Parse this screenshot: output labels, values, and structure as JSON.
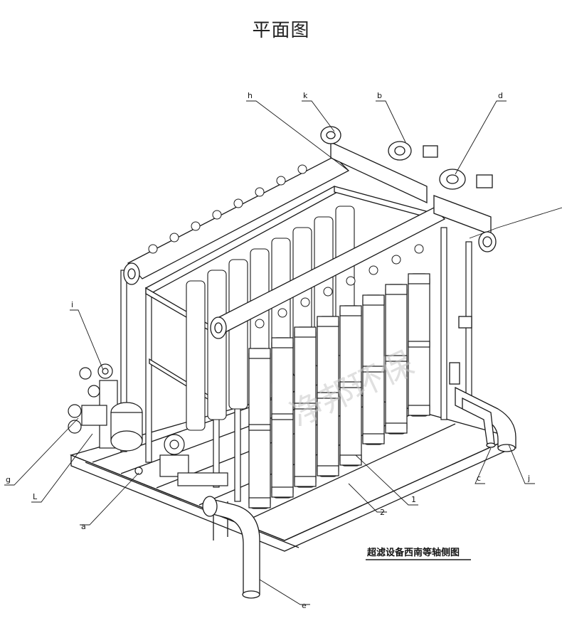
{
  "title": "平面图",
  "caption": "超滤设备西南等轴侧图",
  "watermark": "净邦环保",
  "callouts": [
    {
      "id": "h1",
      "text": "h"
    },
    {
      "id": "k",
      "text": "k"
    },
    {
      "id": "b",
      "text": "b"
    },
    {
      "id": "d",
      "text": "d"
    },
    {
      "id": "i",
      "text": "i"
    },
    {
      "id": "g",
      "text": "g"
    },
    {
      "id": "L",
      "text": "L"
    },
    {
      "id": "a",
      "text": "a"
    },
    {
      "id": "e",
      "text": "e"
    },
    {
      "id": "c",
      "text": "c"
    },
    {
      "id": "j",
      "text": "j"
    },
    {
      "id": "n1",
      "text": "1"
    },
    {
      "id": "n2",
      "text": "2"
    }
  ],
  "colors": {
    "line": "#1a1a1a",
    "background": "#ffffff",
    "watermark": "#c8c8c8"
  }
}
